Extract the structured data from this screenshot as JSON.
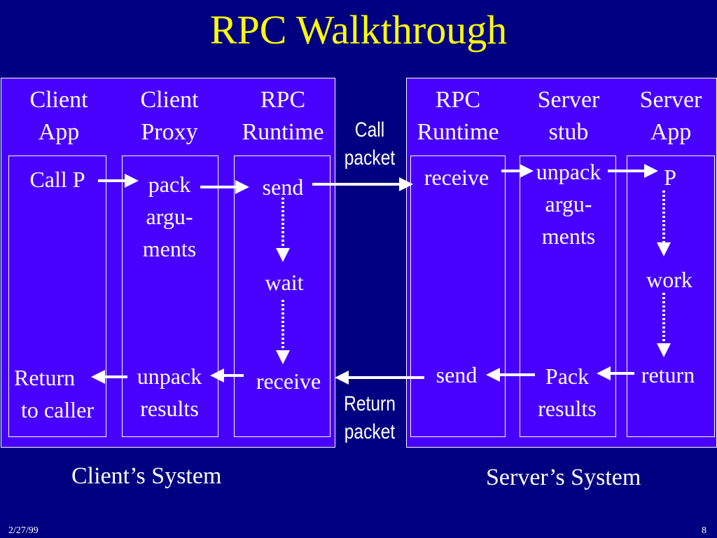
{
  "title": "RPC Walkthrough",
  "headers": {
    "client_app": [
      "Client",
      "App"
    ],
    "client_proxy": [
      "Client",
      "Proxy"
    ],
    "client_runtime": [
      "RPC",
      "Runtime"
    ],
    "server_runtime": [
      "RPC",
      "Runtime"
    ],
    "server_stub": [
      "Server",
      "stub"
    ],
    "server_app": [
      "Server",
      "App"
    ]
  },
  "steps": {
    "call_p": "Call P",
    "pack_args": [
      "pack",
      "argu-",
      "ments"
    ],
    "send_client": "send",
    "wait": "wait",
    "receive_client": "receive",
    "unpack_results": [
      "unpack",
      "results"
    ],
    "return_to_caller": [
      "Return",
      "to caller"
    ],
    "receive_server": "receive",
    "unpack_args": [
      "unpack",
      "argu-",
      "ments"
    ],
    "p": "P",
    "work": "work",
    "return": "return",
    "pack_results": [
      "Pack",
      "results"
    ],
    "send_server": "send"
  },
  "packets": {
    "call": [
      "Call",
      "packet"
    ],
    "return": [
      "Return",
      "packet"
    ]
  },
  "captions": {
    "client_system": "Client’s System",
    "server_system": "Server’s System"
  },
  "footer": {
    "date": "2/27/99",
    "page": "8"
  },
  "colors": {
    "background": "#000080",
    "panel": "#4800ff",
    "title": "#ffff00",
    "text": "#ffffff"
  }
}
